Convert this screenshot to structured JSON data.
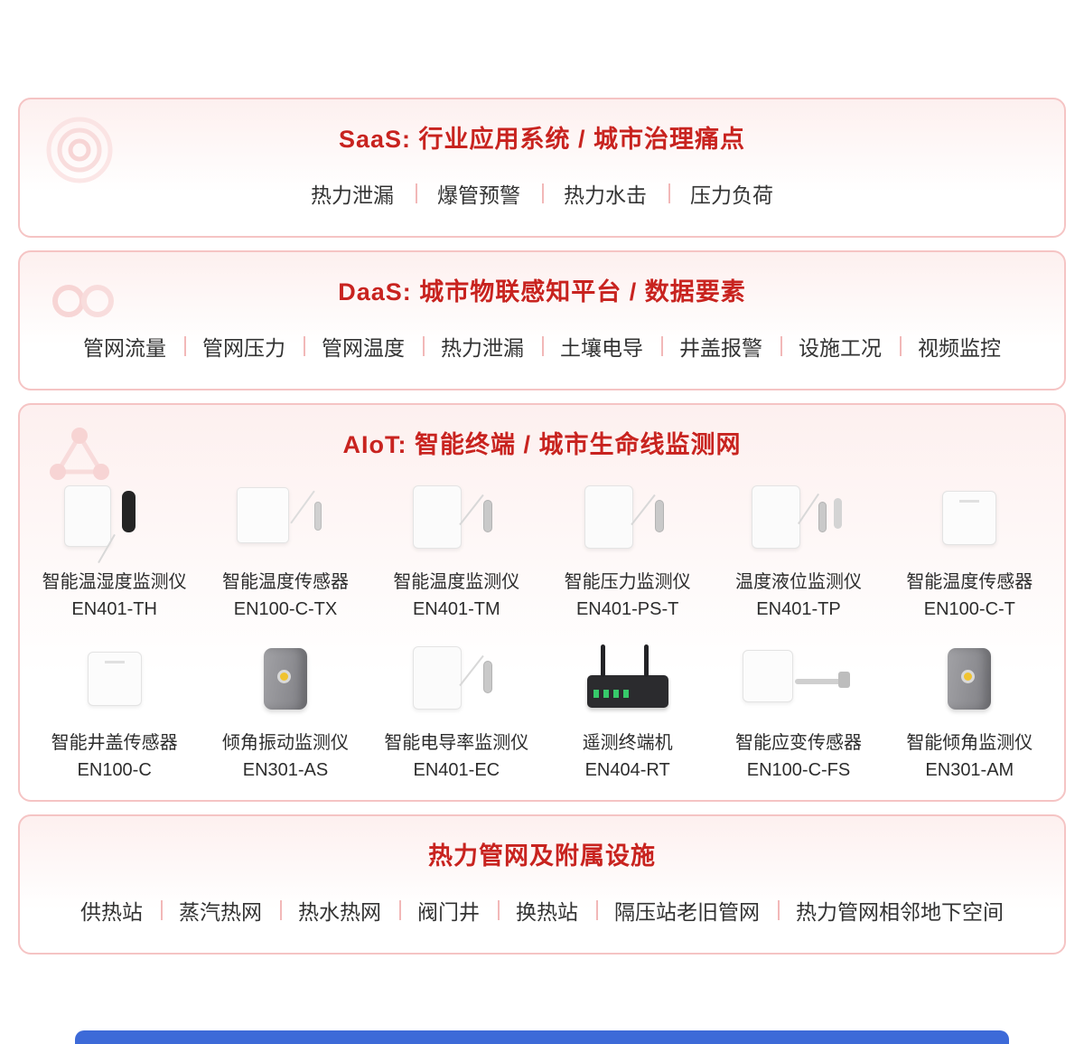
{
  "colors": {
    "accent": "#c8231f",
    "border-pink": "#f5c4c4",
    "divider-pink": "#f2b8b8",
    "footer-blue": "#3d6ad8",
    "text-dark": "#333333"
  },
  "sections": {
    "saas": {
      "title": "SaaS: 行业应用系统 / 城市治理痛点",
      "items": [
        "热力泄漏",
        "爆管预警",
        "热力水击",
        "压力负荷"
      ]
    },
    "daas": {
      "title": "DaaS: 城市物联感知平台 / 数据要素",
      "items": [
        "管网流量",
        "管网压力",
        "管网温度",
        "热力泄漏",
        "土壤电导",
        "井盖报警",
        "设施工况",
        "视频监控"
      ]
    },
    "aiot": {
      "title": "AIoT: 智能终端 / 城市生命线监测网",
      "products": [
        {
          "name": "智能温湿度监测仪",
          "model": "EN401-TH",
          "icon": "box-probe-black"
        },
        {
          "name": "智能温度传感器",
          "model": "EN100-C-TX",
          "icon": "panel-cable"
        },
        {
          "name": "智能温度监测仪",
          "model": "EN401-TM",
          "icon": "box-cable"
        },
        {
          "name": "智能压力监测仪",
          "model": "EN401-PS-T",
          "icon": "box-cable"
        },
        {
          "name": "温度液位监测仪",
          "model": "EN401-TP",
          "icon": "box-two-cables"
        },
        {
          "name": "智能温度传感器",
          "model": "EN100-C-T",
          "icon": "panel"
        },
        {
          "name": "智能井盖传感器",
          "model": "EN100-C",
          "icon": "panel"
        },
        {
          "name": "倾角振动监测仪",
          "model": "EN301-AS",
          "icon": "dark-box"
        },
        {
          "name": "智能电导率监测仪",
          "model": "EN401-EC",
          "icon": "box-cable"
        },
        {
          "name": "遥测终端机",
          "model": "EN404-RT",
          "icon": "router"
        },
        {
          "name": "智能应变传感器",
          "model": "EN100-C-FS",
          "icon": "panel-arm"
        },
        {
          "name": "智能倾角监测仪",
          "model": "EN301-AM",
          "icon": "dark-box"
        }
      ]
    },
    "pipeline": {
      "title": "热力管网及附属设施",
      "items": [
        "供热站",
        "蒸汽热网",
        "热水热网",
        "阀门井",
        "换热站",
        "隔压站老旧管网",
        "热力管网相邻地下空间"
      ]
    }
  }
}
